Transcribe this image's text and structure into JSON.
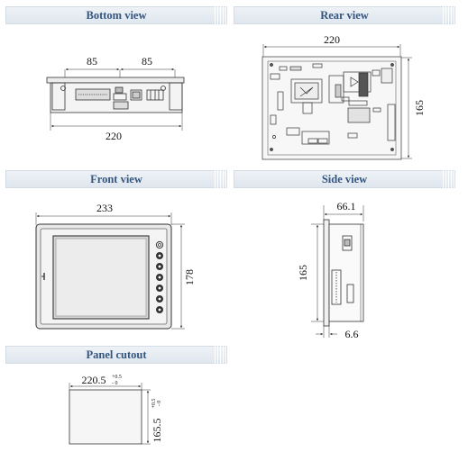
{
  "views": {
    "bottom": {
      "title": "Bottom view",
      "dims": {
        "left": "85",
        "right": "85",
        "width": "220"
      }
    },
    "rear": {
      "title": "Rear view",
      "dims": {
        "width": "220",
        "height": "165"
      }
    },
    "front": {
      "title": "Front view",
      "dims": {
        "width": "233",
        "height": "178"
      }
    },
    "side": {
      "title": "Side view",
      "dims": {
        "depth": "66.1",
        "height": "165",
        "flange": "6.6"
      }
    },
    "cutout": {
      "title": "Panel cutout",
      "dims": {
        "width": "220.5",
        "width_tol_plus": "+0.5",
        "width_tol_minus": "- 0",
        "height": "165.5",
        "height_tol_plus": "+0.5",
        "height_tol_minus": "- 0"
      }
    }
  }
}
